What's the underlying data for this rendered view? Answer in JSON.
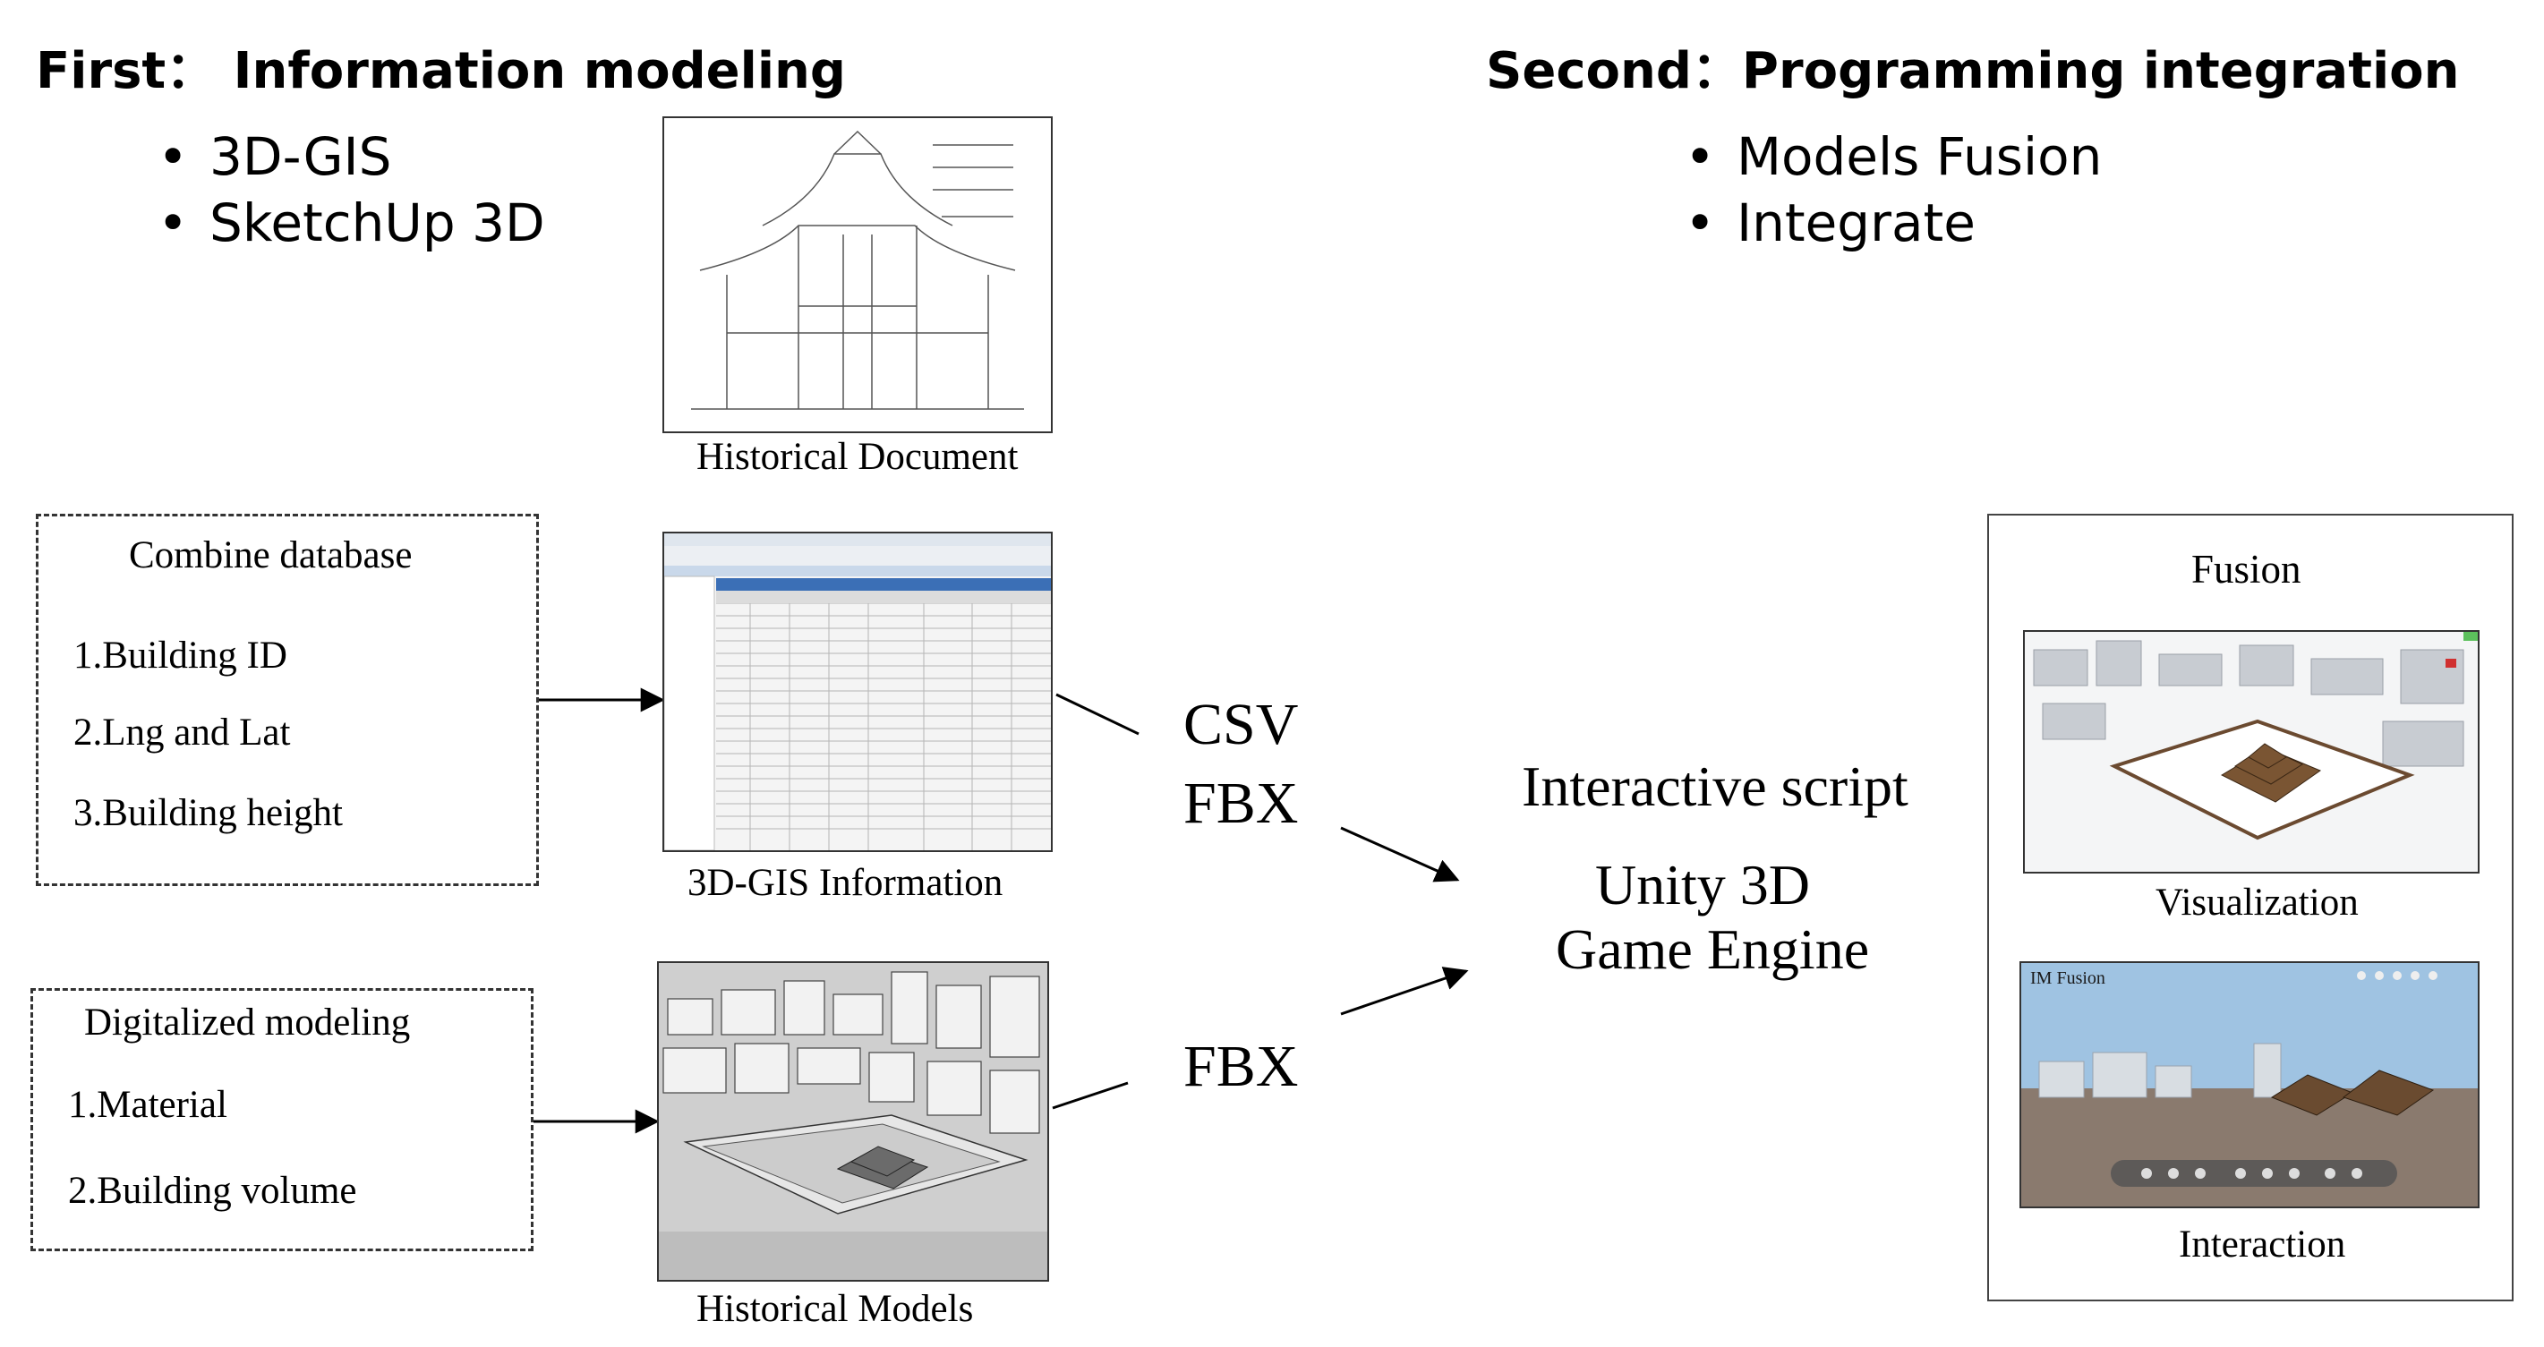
{
  "first": {
    "heading": "First： Information modeling",
    "bullets": [
      "3D-GIS",
      "SketchUp 3D"
    ]
  },
  "second": {
    "heading": "Second：Programming integration",
    "bullets": [
      "Models Fusion",
      "Integrate"
    ]
  },
  "images": {
    "historical_document": "Historical Document",
    "gis_information": "3D-GIS Information",
    "historical_models": "Historical Models"
  },
  "combine_box": {
    "title": "Combine database",
    "items": [
      "1.Building ID",
      "2.Lng and Lat",
      "3.Building height"
    ]
  },
  "digital_box": {
    "title": "Digitalized modeling",
    "items": [
      "1.Material",
      "2.Building volume"
    ]
  },
  "formats": {
    "csv": "CSV",
    "fbx_top": "FBX",
    "fbx_bottom": "FBX"
  },
  "engine": {
    "script": "Interactive script",
    "line1": "Unity 3D",
    "line2": "Game Engine"
  },
  "fusion": {
    "title": "Fusion",
    "visualization": "Visualization",
    "interaction": "Interaction",
    "app_logo": "IM Fusion"
  }
}
